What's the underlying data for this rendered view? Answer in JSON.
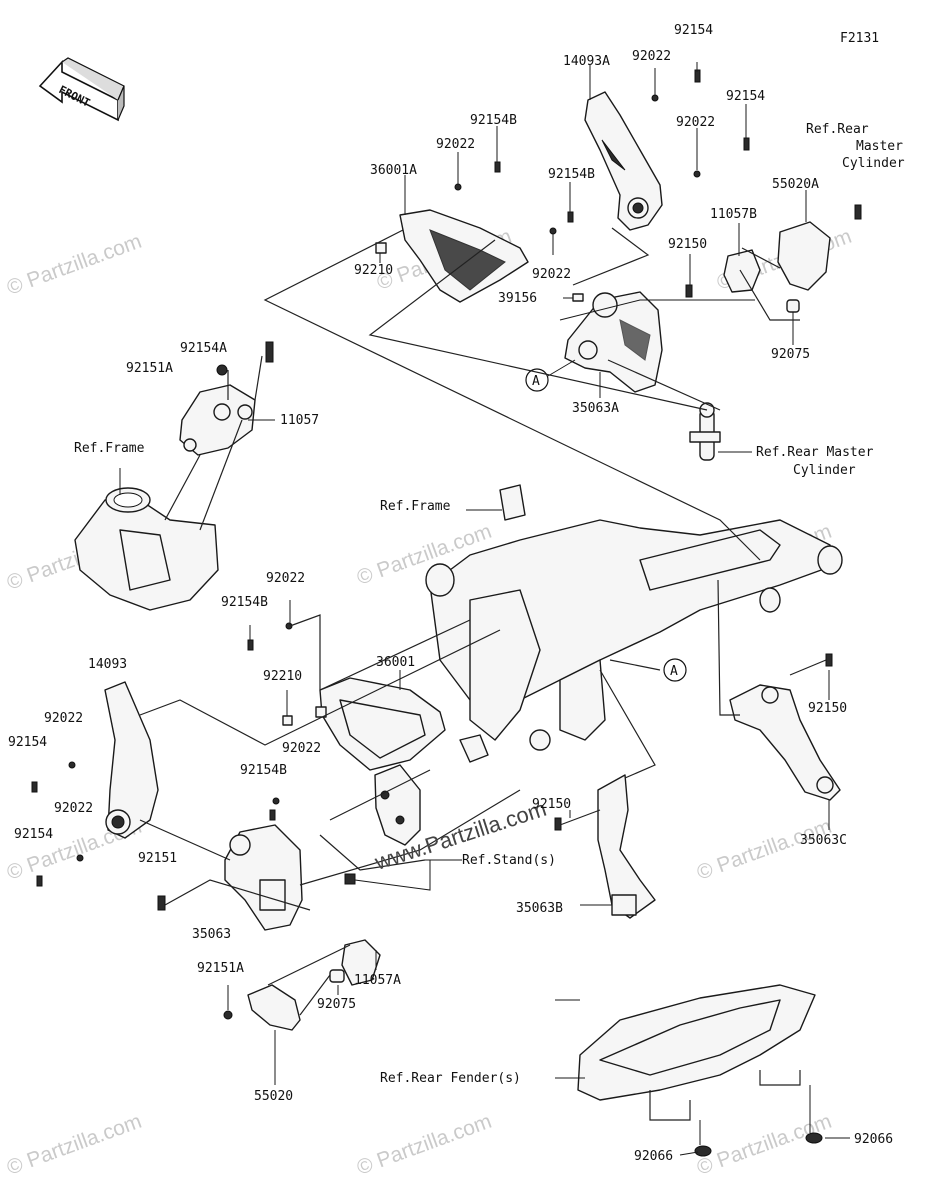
{
  "figure_code": "F2131",
  "front_arrow_text": "FRONT",
  "callout_a": "A",
  "watermark_text": "© Partzilla.com",
  "partzilla_banner": "www.Partzilla.com",
  "labels": {
    "p92154_top": "92154",
    "p14093A": "14093A",
    "p92022_top": "92022",
    "p92154_r": "92154",
    "p92022_r": "92022",
    "p92154B_top": "92154B",
    "p92022_tl": "92022",
    "p36001A": "36001A",
    "p92154B_mid": "92154B",
    "p11057B": "11057B",
    "p55020A": "55020A",
    "ref_rear": "Ref.Rear",
    "ref_master": "Master",
    "ref_cylinder": "Cylinder",
    "p92150_top": "92150",
    "p92022_mid": "92022",
    "p92210_top": "92210",
    "p39156": "39156",
    "p92075_top": "92075",
    "p35063A": "35063A",
    "p92154A": "92154A",
    "p92151A_top": "92151A",
    "p11057": "11057",
    "ref_frame_l": "Ref.Frame",
    "ref_rear_master": "Ref.Rear Master",
    "ref_rear_master_2": "Cylinder",
    "ref_frame_c": "Ref.Frame",
    "p92022_l": "92022",
    "p92154B_l": "92154B",
    "p92210_l": "92210",
    "p36001": "36001",
    "p14093": "14093",
    "p92022_ll": "92022",
    "p92154_ll": "92154",
    "p92022_ll2": "92022",
    "p92154B_ll": "92154B",
    "p92154_ll2": "92154",
    "p92151": "92151",
    "p35063": "35063",
    "p92150_r": "92150",
    "p92150_c": "92150",
    "ref_stand": "Ref.Stand(s)",
    "p35063B": "35063B",
    "p35063C": "35063C",
    "p92151A_b": "92151A",
    "p11057A": "11057A",
    "p92075_b": "92075",
    "p55020": "55020",
    "ref_fender": "Ref.Rear Fender(s)",
    "p92066_r": "92066",
    "p92066_b": "92066"
  }
}
